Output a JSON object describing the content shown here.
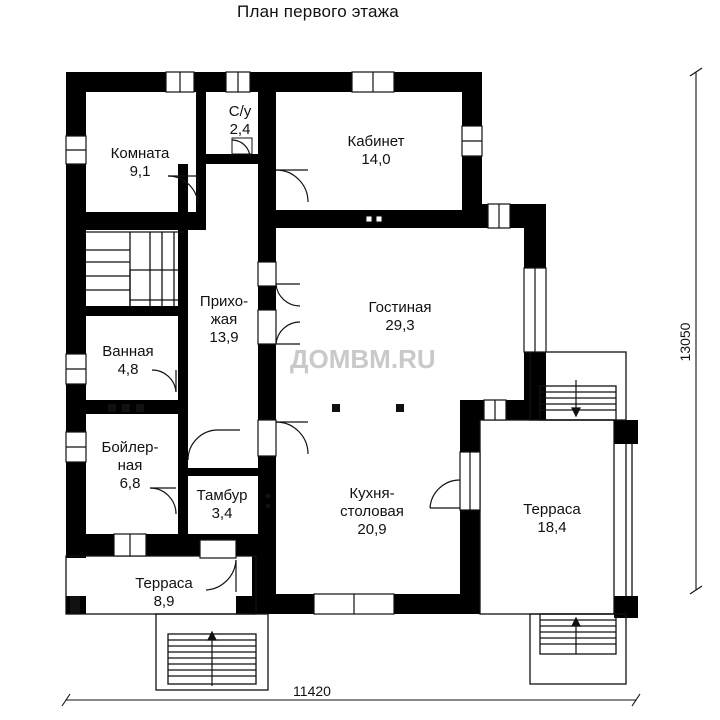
{
  "title": "План первого этажа",
  "watermark": "ДОМВМ.RU",
  "rooms": {
    "komnata": {
      "name": "Комната",
      "area": "9,1"
    },
    "su": {
      "name": "С/у",
      "area": "2,4"
    },
    "kabinet": {
      "name": "Кабинет",
      "area": "14,0"
    },
    "gostinaya": {
      "name": "Гостиная",
      "area": "29,3"
    },
    "prihozhaya": {
      "name1": "Прихо-",
      "name2": "жая",
      "area": "13,9"
    },
    "vannaya": {
      "name": "Ванная",
      "area": "4,8"
    },
    "boiler": {
      "name1": "Бойлер-",
      "name2": "ная",
      "area": "6,8"
    },
    "tambur": {
      "name": "Тамбур",
      "area": "3,4"
    },
    "kuhnya": {
      "name1": "Кухня-",
      "name2": "столовая",
      "area": "20,9"
    },
    "terrasa_right": {
      "name": "Терраса",
      "area": "18,4"
    },
    "terrasa_left": {
      "name": "Терраса",
      "area": "8,9"
    }
  },
  "dimensions": {
    "width": "11420",
    "height": "13050"
  },
  "colors": {
    "wall": "#000000",
    "line": "#111111",
    "background": "#ffffff"
  }
}
